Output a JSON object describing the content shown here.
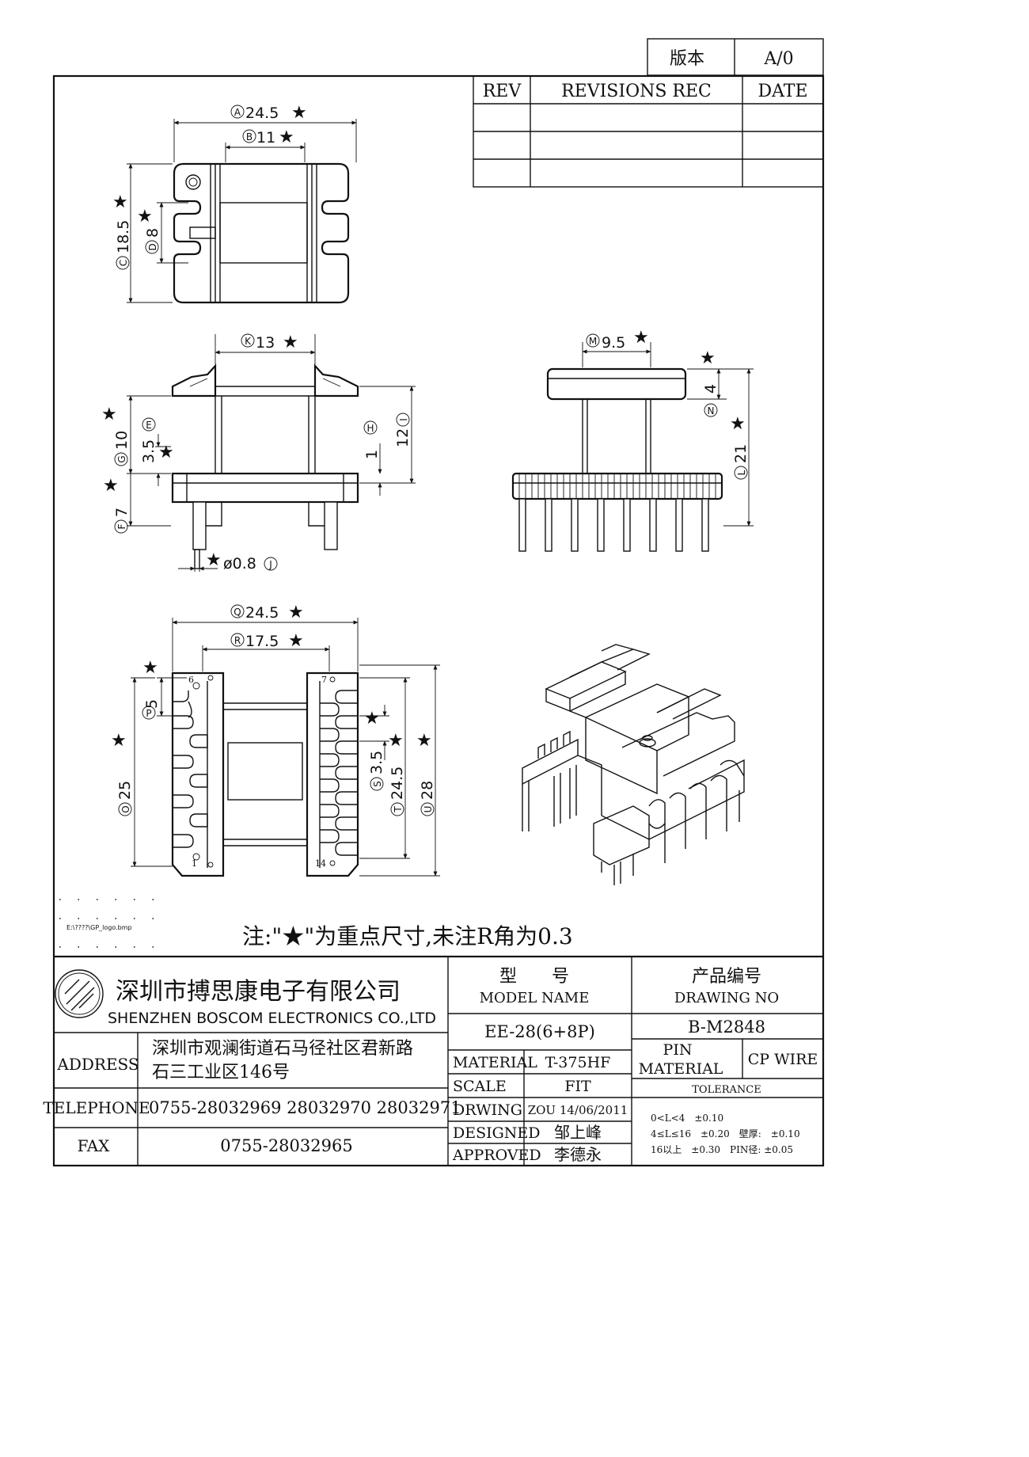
{
  "version_box": {
    "label": "版本",
    "value": "A/0"
  },
  "revision_table": {
    "rev_header": "REV",
    "revisions_header": "REVISIONS REC",
    "date_header": "DATE"
  },
  "dimensions": {
    "A": "24.5",
    "B": "11",
    "C": "18.5",
    "D": "8",
    "K": "13",
    "G": "10",
    "E": "3.5",
    "H": "1",
    "I": "12",
    "F": "7",
    "J": "ø0.8",
    "M": "9.5",
    "N": "4",
    "L": "21",
    "Q": "24.5",
    "R": "17.5",
    "P": "5",
    "O": "25",
    "S": "3.5",
    "T": "24.5",
    "U": "28"
  },
  "dimension_letters": {
    "A": "A",
    "B": "B",
    "C": "C",
    "D": "D",
    "K": "K",
    "G": "G",
    "E": "E",
    "H": "H",
    "I": "I",
    "F": "F",
    "J": "J",
    "M": "M",
    "N": "N",
    "L": "L",
    "Q": "Q",
    "R": "R",
    "P": "P",
    "O": "O",
    "S": "S",
    "T": "T",
    "U": "U"
  },
  "key_mark": "★",
  "pin_labels": {
    "pin6": "6",
    "pin7": "7",
    "pin1": "1",
    "pin14": "14"
  },
  "logo_path": "E:\\????\\GP_logo.bmp",
  "note": "注:\"★\"为重点尺寸,未注R角为0.3",
  "title_block": {
    "company_cn": "深圳市搏思康电子有限公司",
    "company_en": "SHENZHEN BOSCOM ELECTRONICS CO.,LTD",
    "address_label": "ADDRESS",
    "address_line1": "深圳市观澜街道石马径社区君新路",
    "address_line2": "石三工业区146号",
    "telephone_label": "TELEPHONE",
    "telephone": "0755-28032969 28032970 28032971",
    "fax_label": "FAX",
    "fax": "0755-28032965",
    "model_label_cn": "型　　号",
    "model_label_en": "MODEL NAME",
    "model_value": "EE-28(6+8P)",
    "drawing_label_cn": "产品编号",
    "drawing_label_en": "DRAWING NO",
    "drawing_value": "B-M2848",
    "material_label": "MATERIAL",
    "material_value": "T-375HF",
    "scale_label": "SCALE",
    "scale_value": "FIT",
    "drawing_by_label": "DRWING",
    "drawing_by_value": "ZOU 14/06/2011",
    "designed_label": "DESIGNED",
    "designed_value": "邹上峰",
    "approved_label": "APPROVED",
    "approved_value": "李德永",
    "pin_material_label_1": "PIN",
    "pin_material_label_2": "MATERIAL",
    "pin_material_value": "CP WIRE",
    "tolerance_label": "TOLERANCE",
    "tol_line1": "0<L<4　±0.10",
    "tol_line2": "4≤L≤16　±0.20　壁厚:　±0.10",
    "tol_line3": "16以上　±0.30　PIN径: ±0.05"
  }
}
